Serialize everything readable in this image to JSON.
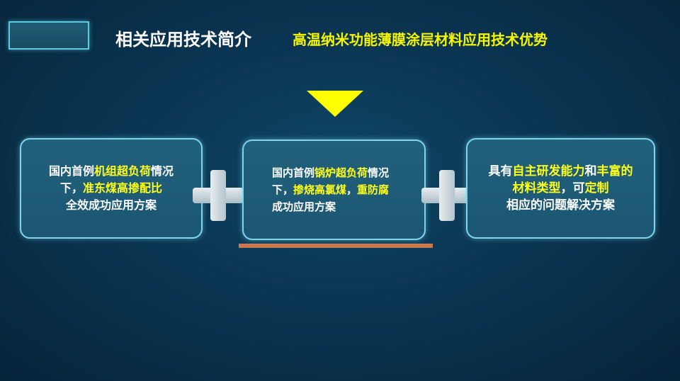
{
  "header": {
    "title": "相关应用技术简介",
    "subtitle": "高温纳米功能薄膜涂层材料应用技术优势"
  },
  "cards": [
    {
      "segments": [
        {
          "text": "国内首例",
          "highlight": false
        },
        {
          "text": "机组超负荷",
          "highlight": true
        },
        {
          "text": "情况下，",
          "highlight": false
        },
        {
          "text": "准东煤高掺配比",
          "highlight": true
        },
        {
          "text": "全效成功应用方案",
          "highlight": false
        }
      ]
    },
    {
      "segments": [
        {
          "text": "国内首例",
          "highlight": false
        },
        {
          "text": "锅炉超负荷",
          "highlight": true
        },
        {
          "text": "情况下，",
          "highlight": false
        },
        {
          "text": "掺烧高氯煤",
          "highlight": true
        },
        {
          "text": "，",
          "highlight": false
        },
        {
          "text": "重防腐",
          "highlight": true
        },
        {
          "text": "成功应用方案",
          "highlight": false
        }
      ]
    },
    {
      "segments": [
        {
          "text": "具有",
          "highlight": false
        },
        {
          "text": "自主研发能力",
          "highlight": true
        },
        {
          "text": "和",
          "highlight": false
        },
        {
          "text": "丰富的材料类型",
          "highlight": true
        },
        {
          "text": "，可",
          "highlight": false
        },
        {
          "text": "定制",
          "highlight": true
        },
        {
          "text": "相应的问题解决方案",
          "highlight": false
        }
      ]
    }
  ],
  "colors": {
    "highlight": "#ffff1a",
    "accent": "#7fd6ea",
    "underline": "#c8784a"
  }
}
